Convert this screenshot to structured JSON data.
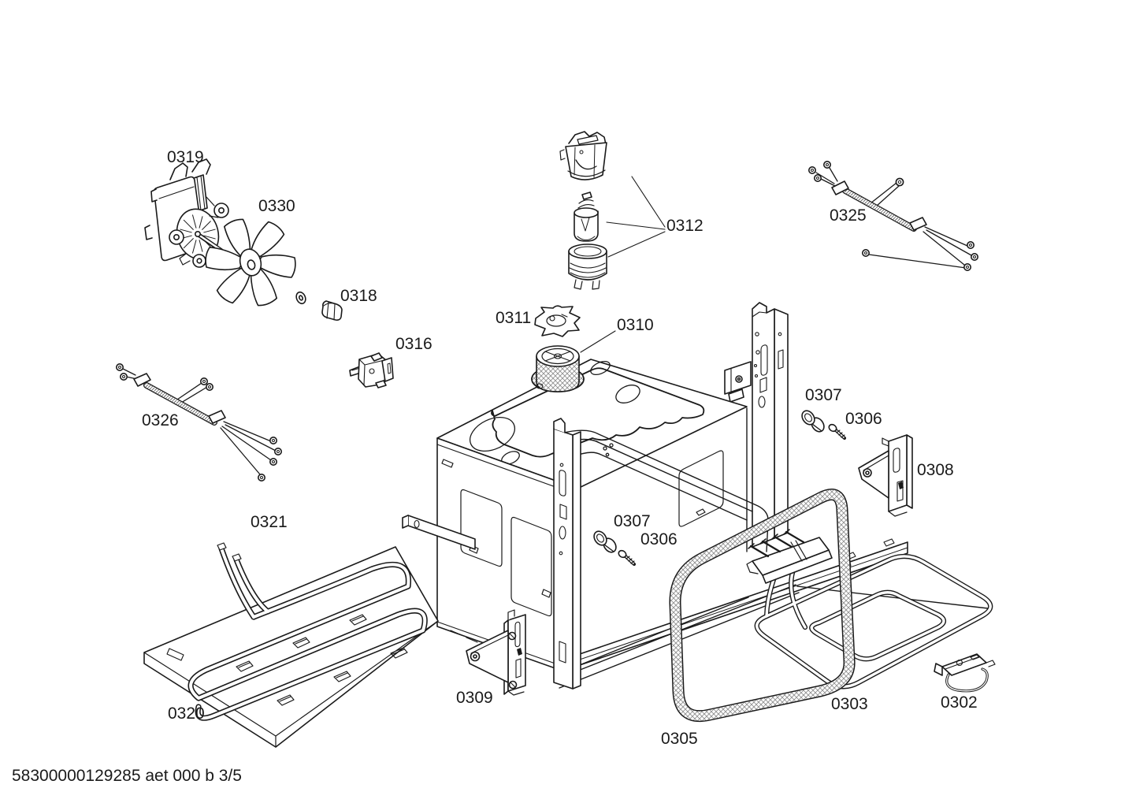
{
  "document": {
    "type": "exploded-parts-diagram",
    "subject": "built-in oven assembly drawing",
    "footer_code": "58300000129285 aet 000 b 3/5",
    "part_labels": [
      {
        "text": "0319"
      },
      {
        "text": "0330"
      },
      {
        "text": "0318"
      },
      {
        "text": "0316"
      },
      {
        "text": "0311"
      },
      {
        "text": "0310"
      },
      {
        "text": "0312"
      },
      {
        "text": "0325"
      },
      {
        "text": "0326"
      },
      {
        "text": "0307"
      },
      {
        "text": "0306"
      },
      {
        "text": "0308"
      },
      {
        "text": "0307"
      },
      {
        "text": "0306"
      },
      {
        "text": "0321"
      },
      {
        "text": "0320"
      },
      {
        "text": "0309"
      },
      {
        "text": "0305"
      },
      {
        "text": "0303"
      },
      {
        "text": "0302"
      }
    ]
  },
  "colors": {
    "background": "#ffffff",
    "line": "#1a1a1a",
    "hatch": "#8f8f8f"
  }
}
